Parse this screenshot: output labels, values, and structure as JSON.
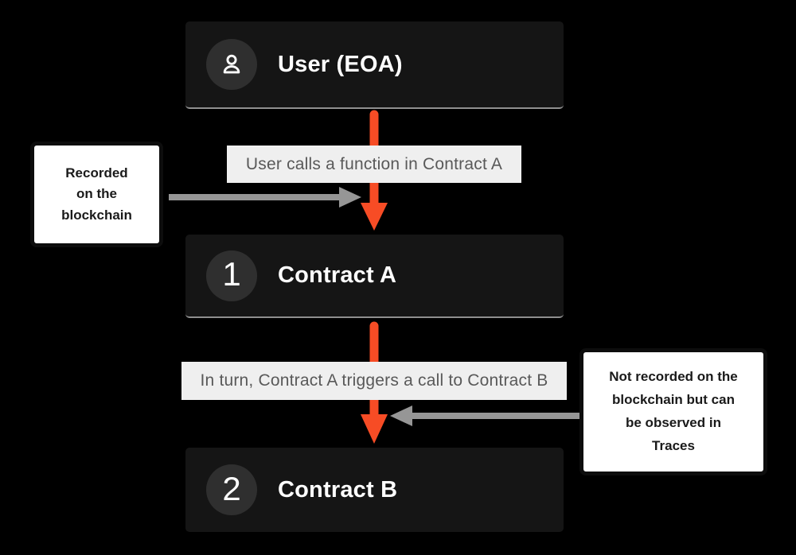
{
  "diagram": {
    "nodes": [
      {
        "label": "User (EOA)",
        "icon": "user-icon"
      },
      {
        "label": "Contract A",
        "badge": "1"
      },
      {
        "label": "Contract B",
        "badge": "2"
      }
    ],
    "edges": [
      {
        "label": "User calls a function in Contract A"
      },
      {
        "label": "In turn, Contract A triggers a call to Contract B"
      }
    ],
    "annotations": [
      {
        "side": "left",
        "text": "Recorded\non the\nblockchain"
      },
      {
        "side": "right",
        "text": "Not recorded on the\nblockchain but can\nbe observed in\nTraces"
      }
    ],
    "colors": {
      "background": "#000000",
      "node_background": "#151515",
      "node_text": "#ffffff",
      "badge_background": "#2f2f2f",
      "node_hairline": "#8f8f8f",
      "flow_arrow": "#f74c25",
      "edge_label_background": "#efefef",
      "edge_label_text": "#595959",
      "annotation_background": "#ffffff",
      "annotation_border": "#0d0d0d",
      "annotation_text": "#1a1a1a",
      "side_arrow": "#969696"
    }
  }
}
